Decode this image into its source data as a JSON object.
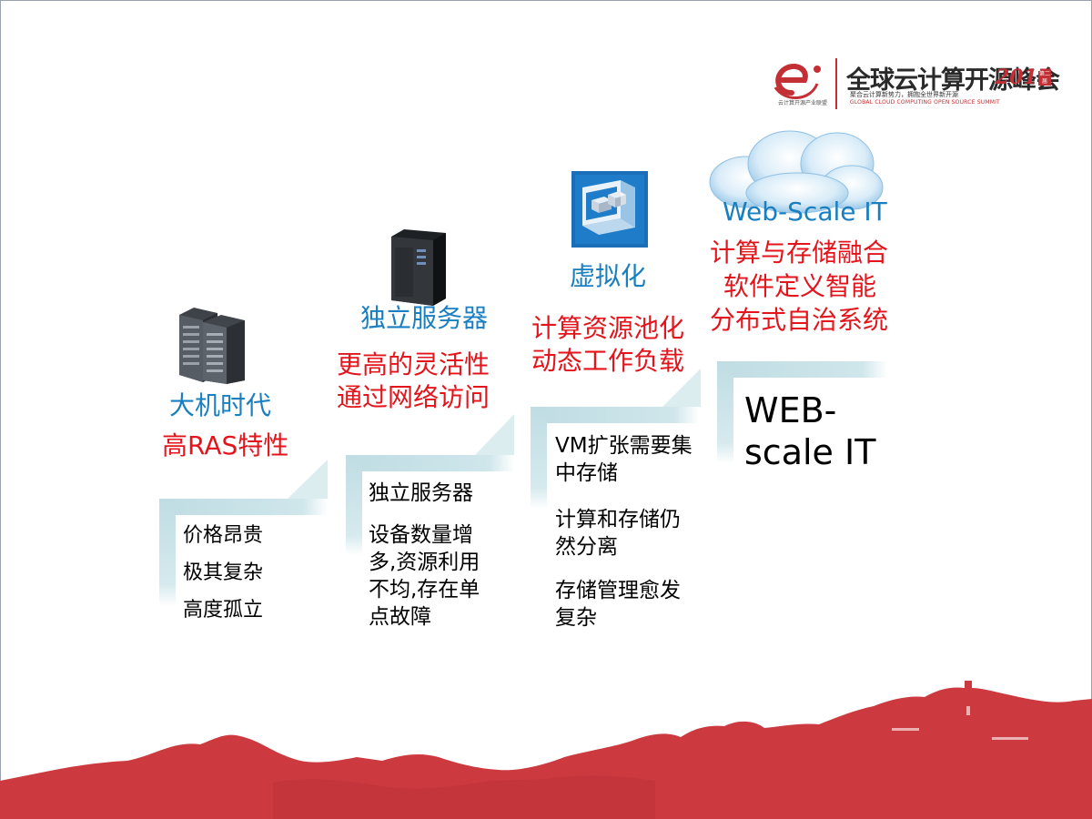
{
  "header": {
    "logo_org": "云计算开源产业联盟",
    "title": "全球云计算开源峰会",
    "year": "2017",
    "badge": "第二届",
    "subtitle": "聚合云计算新势力，拥抱全世界新开源",
    "subtitle_en": "GLOBAL CLOUD COMPUTING OPEN SOURCE SUMMIT"
  },
  "stages": [
    {
      "title": "大机时代",
      "features": [
        "高RAS特性"
      ],
      "points": [
        "价格昂贵",
        "极其复杂",
        "高度孤立"
      ],
      "icon": "mainframe-servers-icon"
    },
    {
      "title": "独立服务器",
      "features": [
        "更高的灵活性",
        "通过网络访问"
      ],
      "points": [
        "独立服务器",
        "设备数量增多,资源利用不均,存在单点故障"
      ],
      "icon": "tower-server-icon"
    },
    {
      "title": "虚拟化",
      "features": [
        "计算资源池化",
        "动态工作负载"
      ],
      "points": [
        "VM扩张需要集中存储",
        "计算和存储仍然分离",
        "存储管理愈发复杂"
      ],
      "icon": "virtualization-icon"
    },
    {
      "title": "Web-Scale IT",
      "features": [
        "计算与存储融合",
        "软件定义智能",
        "分布式自治系统"
      ],
      "points": [
        "WEB-scale IT"
      ],
      "icon": "cloud-icon"
    }
  ],
  "colors": {
    "title_blue": "#1a7fc0",
    "feature_red": "#e3141b",
    "stair_teal": "#cfe5ea",
    "wall_red": "#cc3a40",
    "brand_red": "#c32f35"
  }
}
